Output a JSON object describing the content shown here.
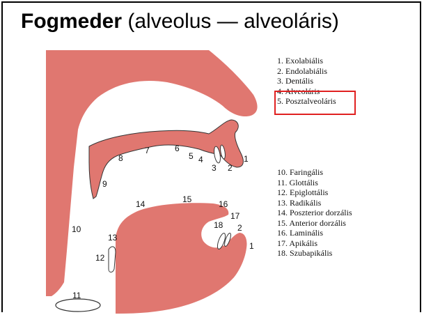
{
  "title": {
    "bold": "Fogmeder",
    "rest": " (alveolus — alveoláris)"
  },
  "colors": {
    "tissue": "#e07770",
    "highlight": "#e02020",
    "text": "#111111"
  },
  "diagram_labels": {
    "n1": "1",
    "n2": "2",
    "n3": "3",
    "n4": "4",
    "n5": "5",
    "n6": "6",
    "n7": "7",
    "n8": "8",
    "n9": "9",
    "n10": "10",
    "n11": "11",
    "n12": "12",
    "n13": "13",
    "n14": "14",
    "n15": "15",
    "n16": "16",
    "n17": "17",
    "n18": "18",
    "n2b": "2",
    "n1b": "1"
  },
  "legend_top": [
    "1. Exolabiális",
    "2. Endolabiális",
    "3. Dentális",
    "4. Alveoláris",
    "5. Posztalveoláris"
  ],
  "legend_bottom": [
    "10. Faringális",
    "11. Glottális",
    "12. Epiglottális",
    "13. Radikális",
    "14. Poszterior dorzális",
    "15. Anterior dorzális",
    "16. Laminális",
    "17. Apikális",
    "18. Szubapikális"
  ]
}
